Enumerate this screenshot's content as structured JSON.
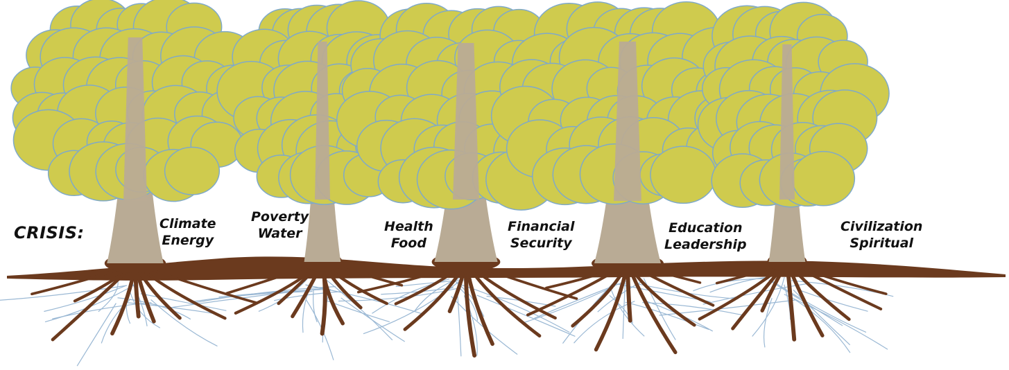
{
  "crisis_label": "CRISIS:",
  "colors": {
    "foliage": "#cfcb4e",
    "foliage_outline": "#7fa9c9",
    "trunk": "#b9ab95",
    "root": "#6b3a1e",
    "rootlet": "#9ab8d4",
    "text": "#111111"
  },
  "trees": [
    {
      "id": "tree-1"
    },
    {
      "id": "tree-2"
    },
    {
      "id": "tree-3"
    },
    {
      "id": "tree-4"
    },
    {
      "id": "tree-5"
    },
    {
      "id": "tree-6"
    }
  ],
  "labels": [
    {
      "line1": "Climate",
      "line2": "Energy"
    },
    {
      "line1": "Poverty",
      "line2": "Water"
    },
    {
      "line1": "Health",
      "line2": "Food"
    },
    {
      "line1": "Financial",
      "line2": "Security"
    },
    {
      "line1": "Education",
      "line2": "Leadership"
    },
    {
      "line1": "Civilization",
      "line2": "Spiritual"
    }
  ]
}
